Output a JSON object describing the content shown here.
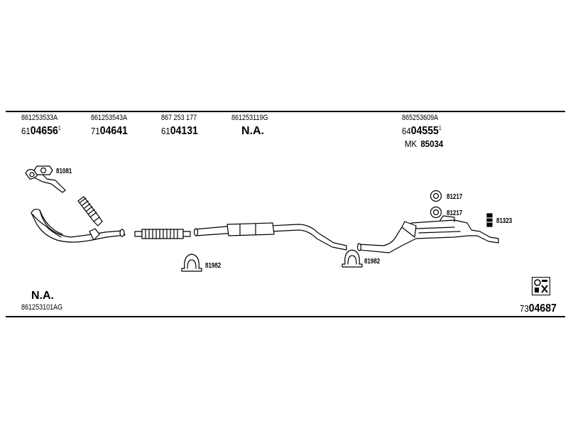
{
  "groups": [
    {
      "oem": "861253533A",
      "prefix": "61",
      "number": "04656",
      "sup": "1"
    },
    {
      "oem": "861253543A",
      "prefix": "71",
      "number": "04641",
      "sup": ""
    },
    {
      "oem": "867 253 177",
      "prefix": "61",
      "number": "04131",
      "sup": ""
    },
    {
      "oem": "861253119G",
      "na": "N.A."
    },
    {
      "oem": "865253609A",
      "prefix": "64",
      "number": "04555",
      "sup": "1",
      "mk_prefix": "MK",
      "mk_number": "85034"
    }
  ],
  "bottom_left": {
    "na": "N.A.",
    "oem": "861253101AG"
  },
  "kit": {
    "prefix": "73",
    "number": "04687"
  },
  "callouts": [
    "81081",
    "81982",
    "81982",
    "81217",
    "81217",
    "81323"
  ],
  "icons": {
    "kit_icon": "barcode-set-icon"
  }
}
